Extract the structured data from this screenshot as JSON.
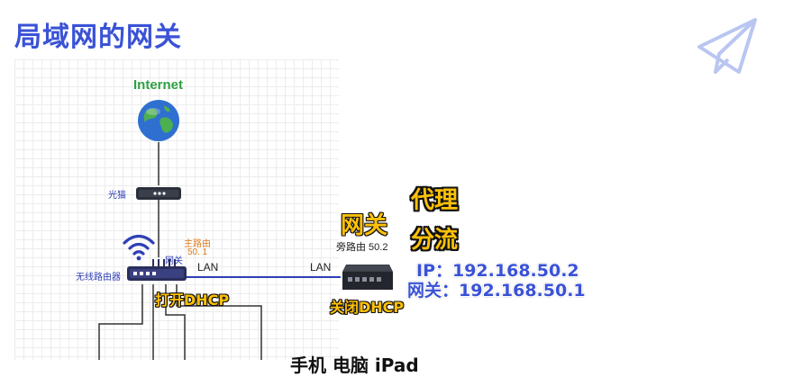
{
  "title": "局域网的网关",
  "diagram": {
    "internet_label": "Internet",
    "modem_label": "光猫",
    "main_router_label_line1": "主路由",
    "main_router_label_line2": "50. 1",
    "gateway_label": "网关",
    "wireless_router_label": "无线路由器",
    "lan_left": "LAN",
    "lan_right": "LAN",
    "main_dhcp": "打开DHCP",
    "bypass_title": "网关",
    "bypass_subtitle": "旁路由 50.2",
    "bypass_dhcp": "关闭DHCP",
    "proxy": "代理",
    "split": "分流",
    "ip_line": "IP：192.168.50.2",
    "gateway_line": "网关：192.168.50.1",
    "bottom_partial": "手机 电脑 iPad"
  },
  "icons": {
    "deco": "paper-plane-icon",
    "globe": "globe-icon",
    "modem": "modem-icon",
    "wifi": "wifi-icon",
    "router": "router-icon",
    "mini_pc": "mini-pc-icon"
  },
  "colors": {
    "title": "#3a52d6",
    "internet_text": "#2ea043",
    "router_link": "#3a52d6",
    "label_orange": "#e07b1a",
    "highlight": "#ffc107"
  }
}
